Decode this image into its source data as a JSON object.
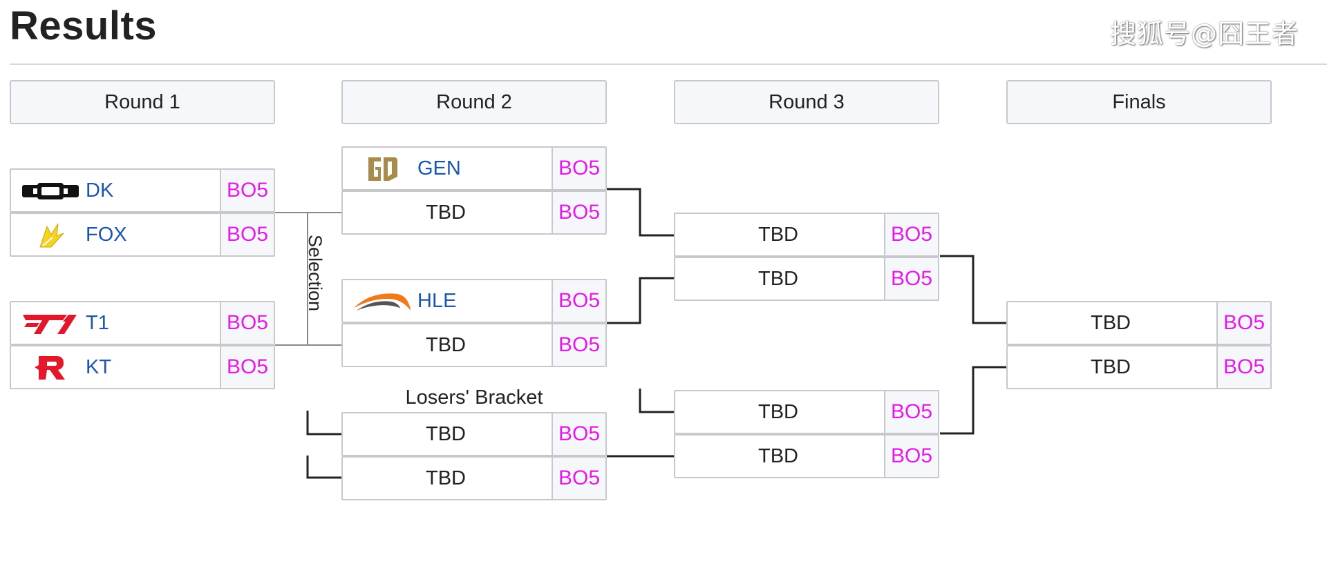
{
  "header": {
    "title": "Results",
    "watermark": "搜狐号@囧王者"
  },
  "rounds": [
    "Round 1",
    "Round 2",
    "Round 3",
    "Finals"
  ],
  "selection_label": "Selection",
  "losers_label": "Losers' Bracket",
  "bo_label": "BO5",
  "tbd_label": "TBD",
  "teams": {
    "dk": "DK",
    "fox": "FOX",
    "t1": "T1",
    "kt": "KT",
    "gen": "GEN",
    "hle": "HLE"
  },
  "colors": {
    "team_name": "#1a55b0",
    "score": "#e31be8",
    "border": "#c6c8cc",
    "header_bg": "#f6f7fa"
  }
}
